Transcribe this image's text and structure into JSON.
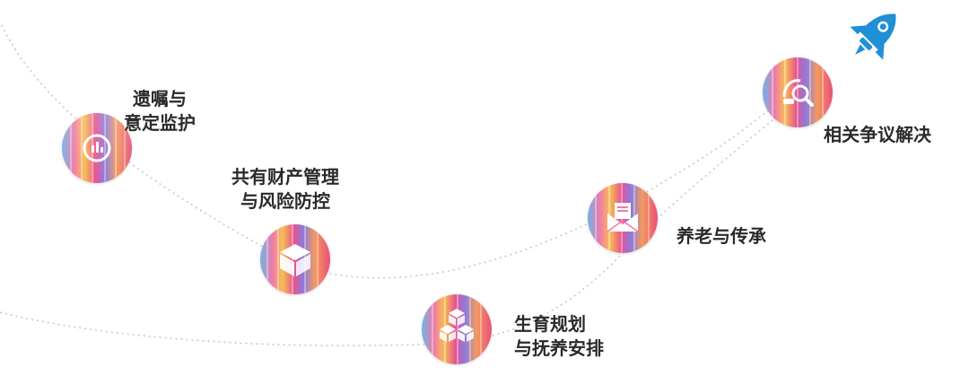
{
  "colors": {
    "accent_blue": "#1f8fd6",
    "curve": "#c8c8c8",
    "label_text": "#2a2a2a"
  },
  "stages": [
    {
      "id": "will",
      "icon": "chart-icon",
      "lines": [
        "遗嘱与",
        "意定监护"
      ]
    },
    {
      "id": "property",
      "icon": "box-icon",
      "lines": [
        "共有财产管理",
        "与风险防控"
      ]
    },
    {
      "id": "child",
      "icon": "blocks-icon",
      "lines": [
        "生育规划",
        "与抚养安排"
      ]
    },
    {
      "id": "elder",
      "icon": "envelope-icon",
      "lines": [
        "养老与传承"
      ]
    },
    {
      "id": "dispute",
      "icon": "magnifier-icon",
      "lines": [
        "相关争议解决"
      ]
    }
  ],
  "decor": {
    "rocket_icon": "rocket-icon"
  }
}
